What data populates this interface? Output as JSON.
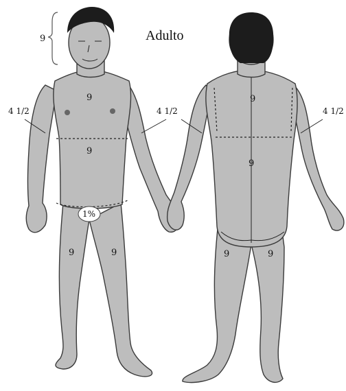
{
  "title": "Adulto",
  "labels": {
    "head": "9",
    "chest": "9",
    "abdomen": "9",
    "arm_front_left": "4 1/2",
    "arm_front_right": "4 1/2",
    "arm_back_right": "4 1/2",
    "genital": "1%",
    "leg_front_left": "9",
    "leg_front_right": "9",
    "upper_back": "9",
    "lower_back": "9",
    "leg_back_left": "9",
    "leg_back_right": "9"
  }
}
